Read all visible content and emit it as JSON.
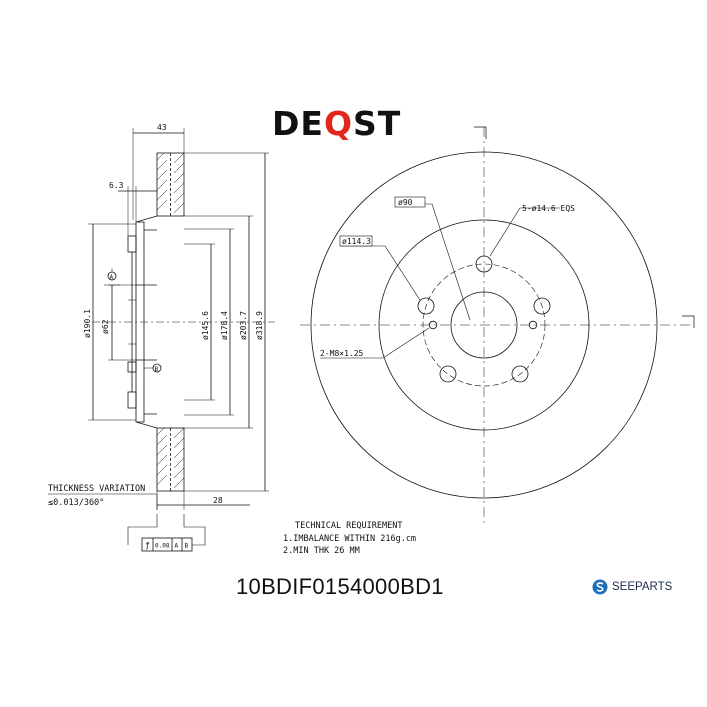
{
  "brand": {
    "prefix": "DE",
    "accent": "Q",
    "suffix": "ST",
    "accent_color": "#e3261c"
  },
  "part_number": "10BDIF0154000BD1",
  "seeparts": {
    "label": "SEEPARTS",
    "color": "#1d6fb8"
  },
  "side_view": {
    "dims": {
      "width_total": "43",
      "hat_offset": "6.3",
      "dia_190": "ø190.1",
      "dia_62": "ø62",
      "dia_145": "ø145.6",
      "dia_178": "ø178.4",
      "dia_203": "ø203.7",
      "dia_318": "ø318.9",
      "thickness": "28"
    },
    "datum_a": "A",
    "datum_b": "B",
    "thickness_variation_title": "THICKNESS VARIATION",
    "thickness_variation_value": "≤0.013/360°",
    "tolerance_frame": {
      "symbol": "ƒ",
      "value": "0.08",
      "ref1": "A",
      "ref2": "B"
    }
  },
  "front_view": {
    "labels": {
      "dia_90": "ø90",
      "holes": "5-ø14.6 EQS",
      "pcd": "ø114.3",
      "threads": "2-M8×1.25"
    }
  },
  "technical": {
    "title": "TECHNICAL REQUIREMENT",
    "line1": "1.IMBALANCE WITHIN 216g.cm",
    "line2": "2.MIN THK 26 MM"
  }
}
